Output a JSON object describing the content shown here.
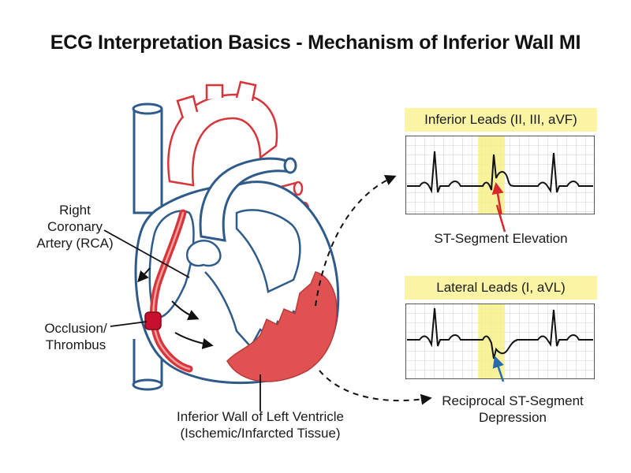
{
  "title": "ECG Interpretation Basics - Mechanism of Inferior Wall MI",
  "labels": {
    "rca_line1": "Right",
    "rca_line2": "Coronary",
    "rca_line3": "Artery (RCA)",
    "occlusion_line1": "Occlusion/",
    "occlusion_line2": "Thrombus",
    "inferior_wall_line1": "Inferior Wall of Left Ventricle",
    "inferior_wall_line2": "(Ischemic/Infarcted Tissue)"
  },
  "panels": {
    "inferior": {
      "header": "Inferior Leads (II, III, aVF)",
      "annotation": "ST-Segment Elevation",
      "highlight_color": "#f7f08a",
      "arrow_color": "#d8282b"
    },
    "lateral": {
      "header": "Lateral Leads (I, aVL)",
      "annotation_line1": "Reciprocal ST-Segment",
      "annotation_line2": "Depression",
      "highlight_color": "#f7f08a",
      "arrow_color": "#2a6bb0"
    }
  },
  "colors": {
    "vessel_outline": "#2f5b8a",
    "vessel_fill": "#ffffff",
    "artery_red": "#d8353b",
    "infarct_red": "#e05252",
    "ecg_grid": "#c9c9c9",
    "ecg_trace": "#111111"
  }
}
